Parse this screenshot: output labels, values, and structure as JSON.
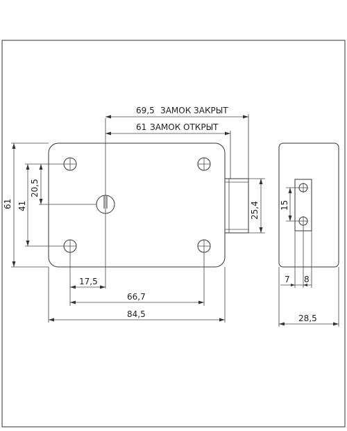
{
  "labels": {
    "locked_width": "69,5",
    "locked_text": "ЗАМОК ЗАКРЫТ",
    "open_width": "61",
    "open_text": "ЗАМОК ОТКРЫТ",
    "total_height": "61",
    "hole_spacing_vert": "41",
    "keyhole_offset": "20,5",
    "bolt_height": "25,4",
    "keyhole_x": "17,5",
    "hole_spacing_horiz": "66,7",
    "body_width": "84,5",
    "side_height": "15",
    "side_dim_a": "7",
    "side_dim_b": "8",
    "side_depth": "28,5"
  }
}
